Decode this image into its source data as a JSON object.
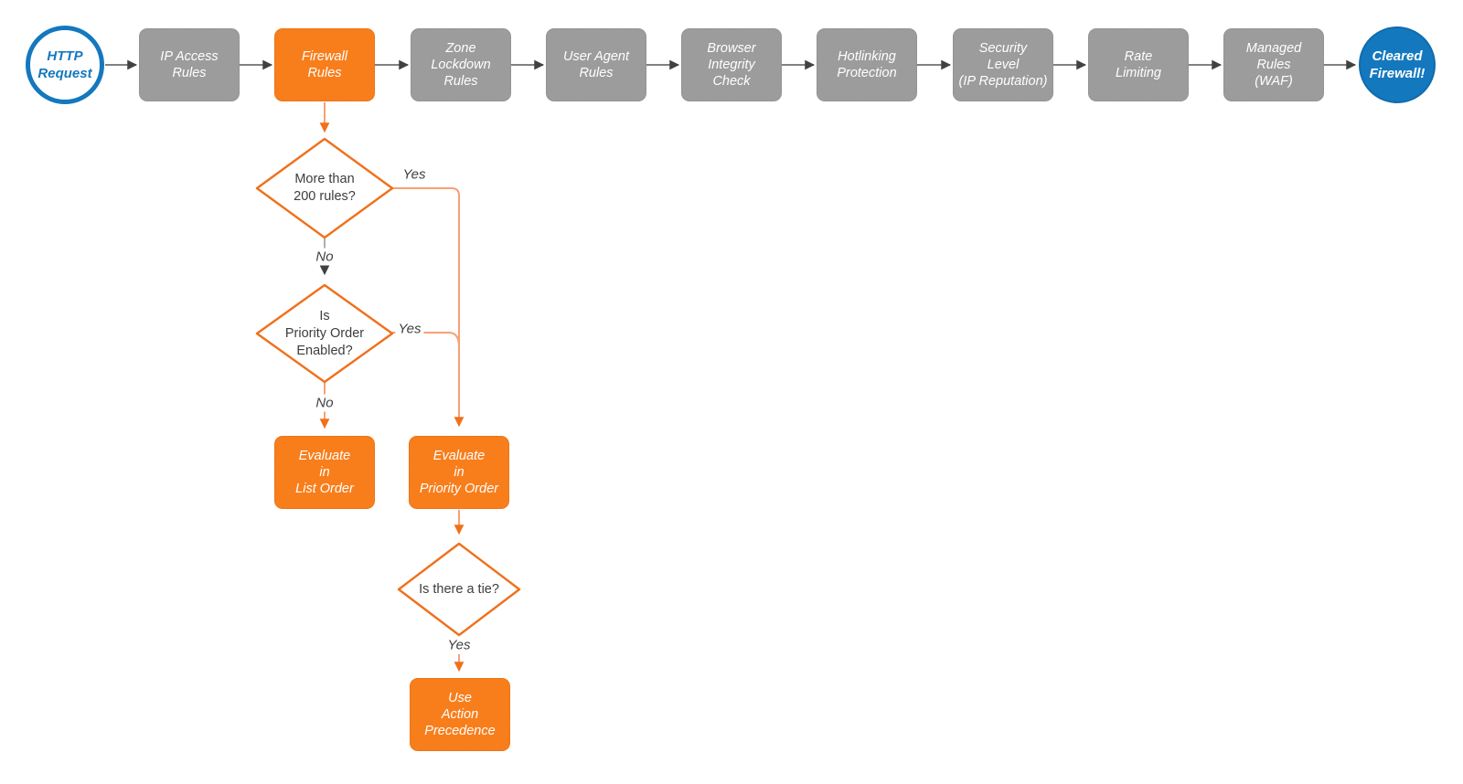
{
  "colors": {
    "accent_orange": "#F87E1C",
    "accent_blue": "#1478BE",
    "step_gray": "#9C9C9C",
    "connector_salmon": "#F7A172",
    "arrow_dark": "#414141"
  },
  "flow": {
    "start": {
      "label": "HTTP\nRequest"
    },
    "steps": [
      {
        "label": "IP Access\nRules"
      },
      {
        "label": "Firewall\nRules",
        "highlighted": true
      },
      {
        "label": "Zone\nLockdown\nRules"
      },
      {
        "label": "User Agent\nRules"
      },
      {
        "label": "Browser\nIntegrity\nCheck"
      },
      {
        "label": "Hotlinking\nProtection"
      },
      {
        "label": "Security\nLevel\n(IP Reputation)"
      },
      {
        "label": "Rate\nLimiting"
      },
      {
        "label": "Managed\nRules\n(WAF)"
      }
    ],
    "end": {
      "label": "Cleared\nFirewall!"
    },
    "decisions": [
      {
        "label": "More than\n200 rules?",
        "yes": "Yes",
        "no": "No"
      },
      {
        "label": "Is\nPriority Order\nEnabled?",
        "yes": "Yes",
        "no": "No"
      },
      {
        "label": "Is there a tie?",
        "yes": "Yes"
      }
    ],
    "actions": [
      {
        "label": "Evaluate\nin\nList Order"
      },
      {
        "label": "Evaluate\nin\nPriority Order"
      },
      {
        "label": "Use\nAction\nPrecedence"
      }
    ]
  }
}
